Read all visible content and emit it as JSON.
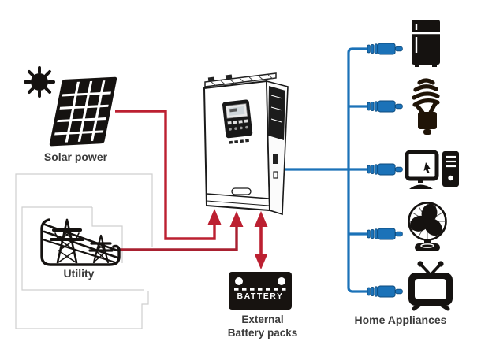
{
  "diagram": {
    "type": "solar-inverter-system",
    "colors": {
      "dc_line_red": "#bc2031",
      "ac_line_blue": "#1b72b8",
      "icon_ink": "#151210",
      "label_text": "#3b3b3b",
      "faint_box_gray": "#cfcfcf"
    },
    "labels": {
      "solar": "Solar power",
      "utility": "Utility",
      "battery_line1": "External",
      "battery_line2": "Battery packs",
      "battery_badge": "BATTERY",
      "appliances": "Home Appliances"
    },
    "nodes": [
      {
        "name": "solar-power",
        "icons": [
          "sun",
          "solar-panel"
        ]
      },
      {
        "name": "utility",
        "icons": [
          "transmission-towers"
        ]
      },
      {
        "name": "inverter",
        "icons": [
          "inverter-unit"
        ]
      },
      {
        "name": "external-battery-packs",
        "icons": [
          "battery"
        ]
      },
      {
        "name": "home-appliances",
        "icons": [
          "refrigerator",
          "cfl-bulb",
          "desktop-computer",
          "table-fan",
          "television"
        ]
      }
    ],
    "connections": [
      {
        "from": "solar-power",
        "to": "inverter",
        "color": "dc_line_red",
        "style": "arrow-into-inverter"
      },
      {
        "from": "utility",
        "to": "inverter",
        "color": "dc_line_red",
        "style": "arrow-into-inverter"
      },
      {
        "from": "external-battery-packs",
        "to": "inverter",
        "color": "dc_line_red",
        "style": "double-headed-arrow"
      },
      {
        "from": "inverter",
        "to": "home-appliances",
        "color": "ac_line_blue",
        "style": "trunk-with-plug-branches",
        "branches": 5
      }
    ]
  }
}
